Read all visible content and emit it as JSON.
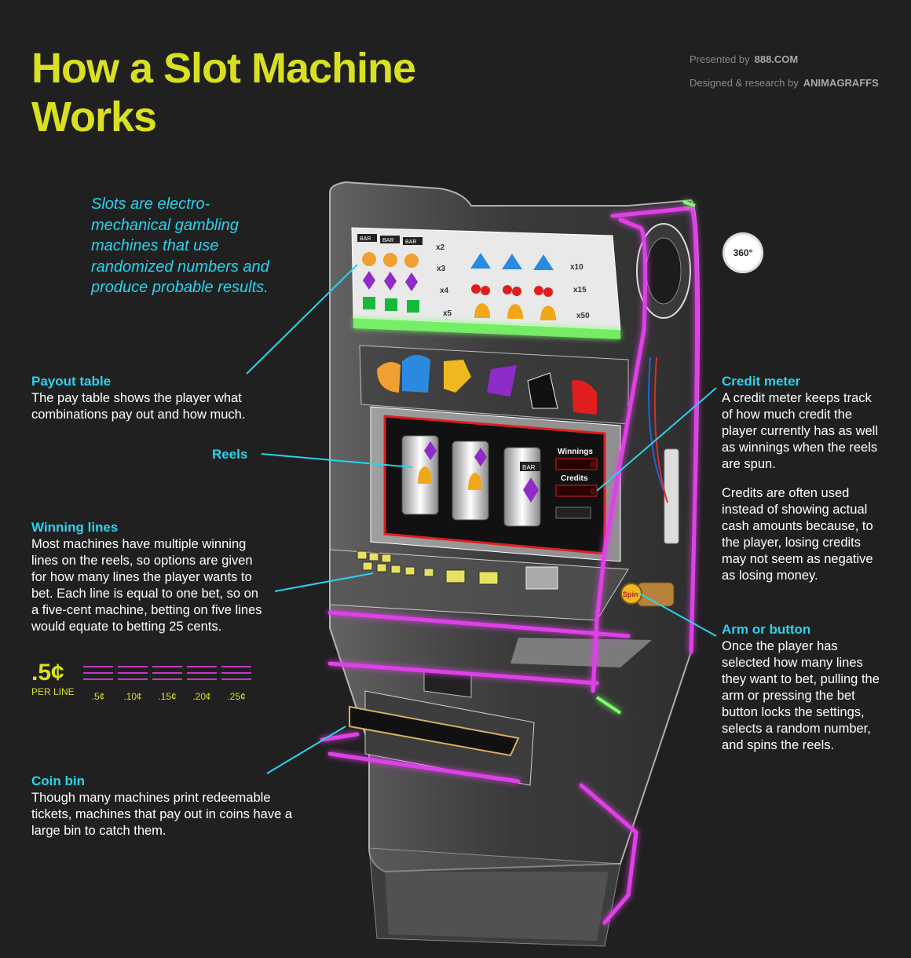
{
  "title": "How a Slot Machine Works",
  "credits": {
    "presented_label": "Presented by",
    "presented_value": "888.COM",
    "designed_label": "Designed & research by",
    "designed_value": "ANIMAGRAFFS"
  },
  "intro": "Slots are electro-mechanical gambling machines that use randomized numbers and produce probable results.",
  "badge": "360°",
  "labels": {
    "payout": {
      "heading": "Payout table",
      "text": "The pay table shows the player what combinations pay out and how much."
    },
    "reels": {
      "heading": "Reels"
    },
    "winning": {
      "heading": "Winning lines",
      "text": "Most machines have multiple winning lines on the reels, so options are given for how many lines the player wants to bet. Each line is equal to one bet, so on a five-cent machine, betting on five lines would equate to betting 25 cents."
    },
    "coin": {
      "heading": "Coin bin",
      "text": "Though many machines print redeemable tickets, machines that pay out in coins have a large bin to catch them."
    },
    "credit": {
      "heading": "Credit meter",
      "text": "A credit meter keeps track of how much credit the player currently has as well as winnings when the reels are spun.",
      "text2": "Credits are often used instead of showing actual cash amounts because, to the player, losing credits may not seem as negative as losing money."
    },
    "arm": {
      "heading": "Arm or button",
      "text": "Once the player has selected how many lines they want to bet, pulling the arm or pressing the bet button locks the settings, selects a random number, and spins the reels."
    }
  },
  "bet_example": {
    "price": ".5¢",
    "per_line": "PER LINE",
    "options": [
      ".5¢",
      ".10¢",
      ".15¢",
      ".20¢",
      ".25¢"
    ]
  },
  "machine": {
    "bar_label": "BAR",
    "payout_multipliers": [
      "x2",
      "x3",
      "x4",
      "x5",
      "x10",
      "x15",
      "x50"
    ],
    "winnings_label": "Winnings",
    "credits_label": "Credits",
    "spin_label": "Spin",
    "meter_values": [
      "0",
      "0"
    ]
  },
  "colors": {
    "background": "#202020",
    "title": "#d9e021",
    "accent_cyan": "#29d3ee",
    "neon_magenta": "#e040e8",
    "neon_green": "#7dff6a"
  }
}
